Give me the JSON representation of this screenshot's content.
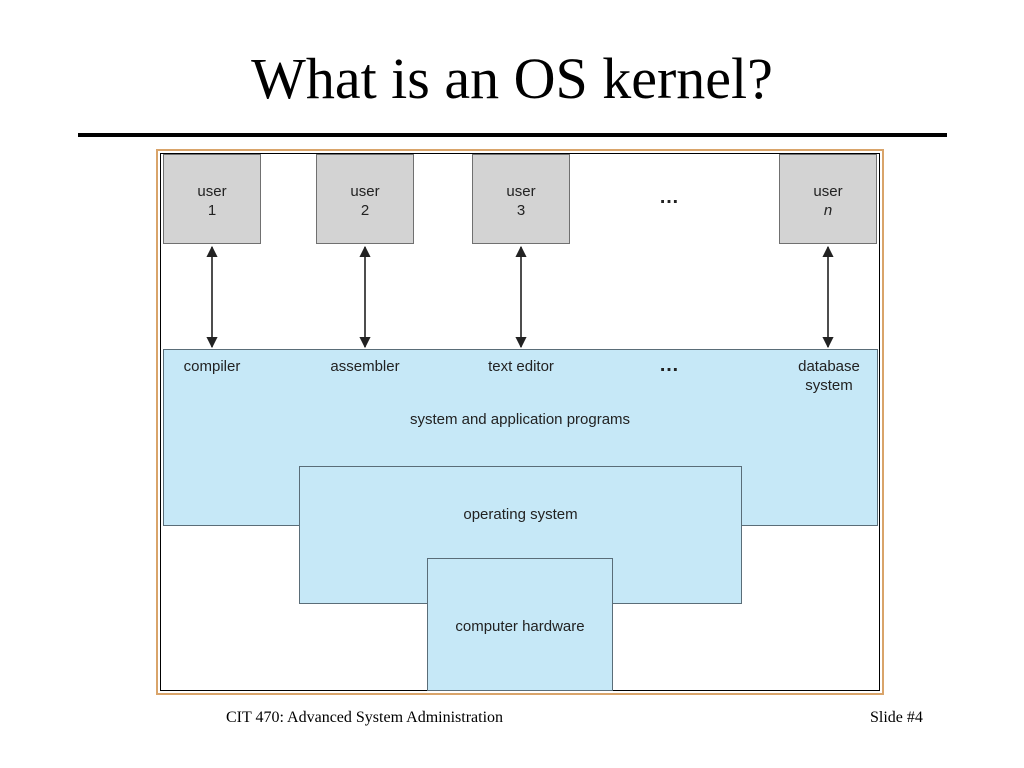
{
  "slide": {
    "title": "What is an OS kernel?",
    "footer_left": "CIT 470: Advanced System Administration",
    "footer_right": "Slide #4"
  },
  "diagram": {
    "users": [
      {
        "label": "user",
        "number": "1"
      },
      {
        "label": "user",
        "number": "2"
      },
      {
        "label": "user",
        "number": "3"
      },
      {
        "label": "user",
        "number": "n"
      }
    ],
    "ellipsis": "…",
    "programs": [
      "compiler",
      "assembler",
      "text editor",
      "database",
      "system"
    ],
    "layers": {
      "applications": "system and application programs",
      "operating_system": "operating system",
      "hardware": "computer hardware"
    },
    "colors": {
      "user_box": "#d3d3d3",
      "layer_fill": "#c6e8f7",
      "frame_border": "#d9a46a"
    }
  }
}
